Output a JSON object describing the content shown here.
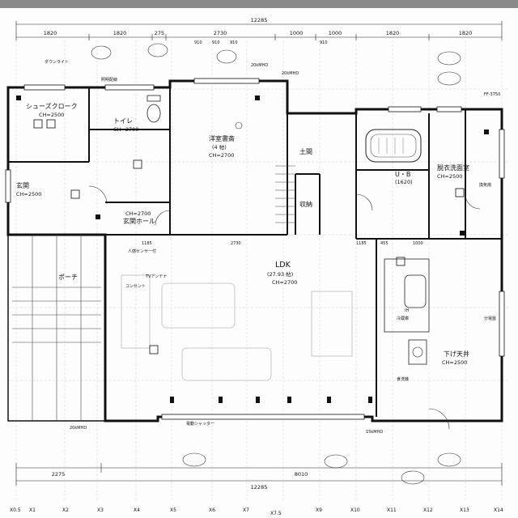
{
  "dimensions": {
    "top_total": "12285",
    "bottom_total": "12285",
    "top_segments": [
      "1820",
      "1820",
      "275",
      "2730",
      "1000",
      "1000",
      "1820",
      "1820"
    ],
    "bottom_segments": [
      "2275",
      "8010"
    ],
    "interior": [
      "910",
      "910",
      "910",
      "1185",
      "2730",
      "1185",
      "910",
      "455",
      "1000"
    ]
  },
  "rooms": {
    "shoe_closet": {
      "name": "シューズクローク",
      "ch": "CH=2500"
    },
    "toilet": {
      "name": "トイレ",
      "ch": "CH=2700"
    },
    "western": {
      "name": "洋室書斎",
      "size": "(4 帖)",
      "ch": "CH=2700"
    },
    "entrance": {
      "name": "玄関",
      "ch": "CH=2500"
    },
    "hall": {
      "name": "玄関ホール",
      "ch": "CH=2700"
    },
    "earth": {
      "name": "土間"
    },
    "storage": {
      "name": "収納"
    },
    "bath": {
      "name": "U・B",
      "spec": "(1620)"
    },
    "wash": {
      "name": "脱衣洗面室",
      "ch": "CH=2500"
    },
    "ldk": {
      "name": "LDK",
      "size": "(27.93 帖)",
      "ch": "CH=2700"
    },
    "porch": {
      "name": "ポーチ"
    },
    "pantry": {
      "name": "下げ天井",
      "ch": "CH=2500"
    }
  },
  "notes": [
    "20kMHD",
    "20kMHD",
    "15kMHD",
    "20kMHD",
    "照明配線",
    "ダウンライト",
    "人感センサー付",
    "分電盤",
    "換気扇",
    "TVアンテナ",
    "コンセント",
    "冷蔵庫",
    "食洗機",
    "IH",
    "電動シャッター",
    "FF-3750"
  ],
  "grid_labels": [
    "X0.5",
    "X1",
    "X2",
    "X3",
    "X4",
    "X5",
    "X6",
    "X7",
    "X7.5",
    "X9",
    "X10",
    "X11",
    "X12",
    "X13",
    "X14"
  ]
}
